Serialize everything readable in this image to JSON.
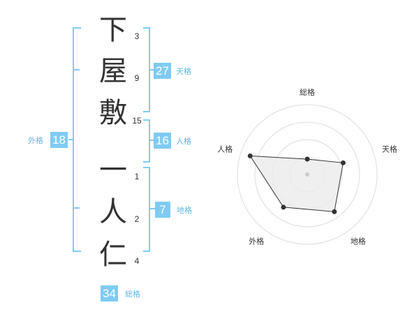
{
  "characters": [
    {
      "char": "下",
      "strokes": "3"
    },
    {
      "char": "屋",
      "strokes": "9"
    },
    {
      "char": "敷",
      "strokes": "15"
    },
    {
      "char": "一",
      "strokes": "1"
    },
    {
      "char": "人",
      "strokes": "2"
    },
    {
      "char": "仁",
      "strokes": "4"
    }
  ],
  "fortunes": {
    "tenkaku": {
      "label": "天格",
      "value": "27"
    },
    "jinkaku": {
      "label": "人格",
      "value": "16"
    },
    "chikaku": {
      "label": "地格",
      "value": "7"
    },
    "gaikaku": {
      "label": "外格",
      "value": "18"
    },
    "soukaku": {
      "label": "総格",
      "value": "34"
    }
  },
  "radar": {
    "axes": [
      "総格",
      "天格",
      "地格",
      "外格",
      "人格"
    ],
    "levels": 4,
    "values": [
      1.1,
      2.7,
      3.3,
      2.9,
      4.3
    ],
    "max": 5,
    "colors": {
      "grid": "#dddddd",
      "fill": "#ebebeb",
      "line": "#333333",
      "point": "#333333",
      "center": "#cccccc"
    }
  },
  "colors": {
    "accent": "#7fcbf3",
    "accent_text": "#60b8e8"
  }
}
